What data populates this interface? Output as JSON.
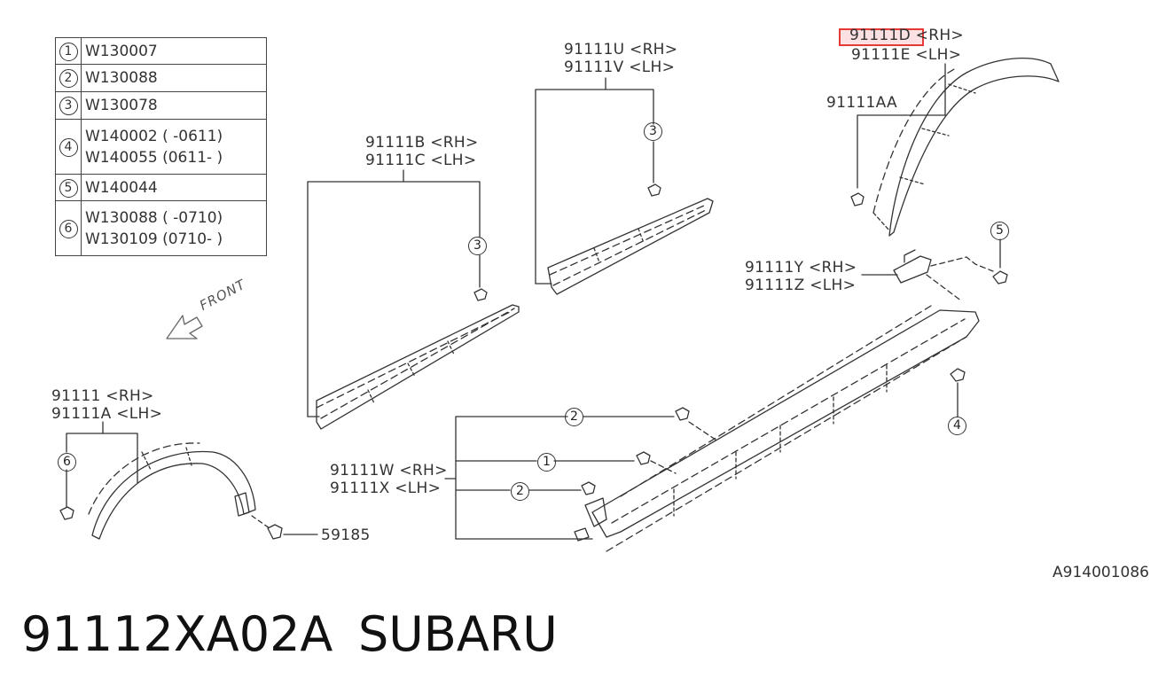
{
  "legend": [
    {
      "num": "1",
      "parts": [
        "W130007"
      ]
    },
    {
      "num": "2",
      "parts": [
        "W130088"
      ]
    },
    {
      "num": "3",
      "parts": [
        "W130078"
      ]
    },
    {
      "num": "4",
      "parts": [
        "W140002 ( -0611)",
        "W140055 (0611- )"
      ]
    },
    {
      "num": "5",
      "parts": [
        "W140044"
      ]
    },
    {
      "num": "6",
      "parts": [
        "W130088 ( -0710)",
        "W130109 (0710- )"
      ]
    }
  ],
  "labels": {
    "top_right_rh": "91111D <RH>",
    "top_right_lh": "91111E <LH>",
    "top_right_aa": "91111AA",
    "mid_u_rh": "91111U <RH>",
    "mid_v_lh": "91111V <LH>",
    "mid_b_rh": "91111B <RH>",
    "mid_c_lh": "91111C <LH>",
    "y_rh": "91111Y <RH>",
    "z_lh": "91111Z <LH>",
    "left_rh": "91111 <RH>",
    "left_a_lh": "91111A <LH>",
    "w_rh": "91111W <RH>",
    "x_lh": "91111X <LH>",
    "clip_ref": "59185",
    "front": "FRONT"
  },
  "callouts": {
    "c1": "1",
    "c2a": "2",
    "c2b": "2",
    "c3a": "3",
    "c3b": "3",
    "c4": "4",
    "c5": "5",
    "c6": "6"
  },
  "footer": {
    "part_number": "91112XA02A",
    "brand": "SUBARU",
    "diagram_code": "A914001086"
  },
  "colors": {
    "line": "#333333",
    "highlight": "#e53935"
  }
}
